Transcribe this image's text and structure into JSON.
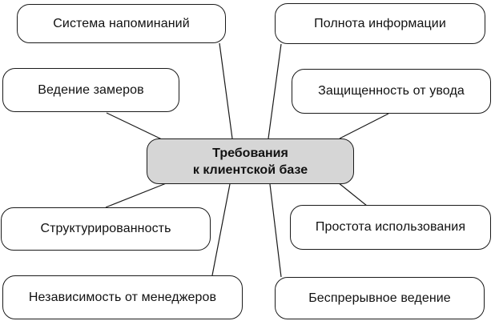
{
  "diagram": {
    "title": "Требования к клиентской базе",
    "center": {
      "label_line1": "Требования",
      "label_line2": "к клиентской базе"
    },
    "nodes": [
      {
        "id": "reminder-system",
        "label": "Система напоминаний"
      },
      {
        "id": "information-completeness",
        "label": "Полнота информации"
      },
      {
        "id": "measurements-tracking",
        "label": "Ведение замеров"
      },
      {
        "id": "theft-protection",
        "label": "Защищенность от увода"
      },
      {
        "id": "structuredness",
        "label": "Структурированность"
      },
      {
        "id": "ease-of-use",
        "label": "Простота использования"
      },
      {
        "id": "manager-independence",
        "label": "Независимость от менеджеров"
      },
      {
        "id": "continuous-maintenance",
        "label": "Беспрерывное ведение"
      }
    ],
    "colors": {
      "center_fill": "#d6d6d6",
      "node_fill": "#ffffff",
      "border": "#1a1a1a",
      "connector": "#1a1a1a",
      "background": "#ffffff"
    }
  }
}
